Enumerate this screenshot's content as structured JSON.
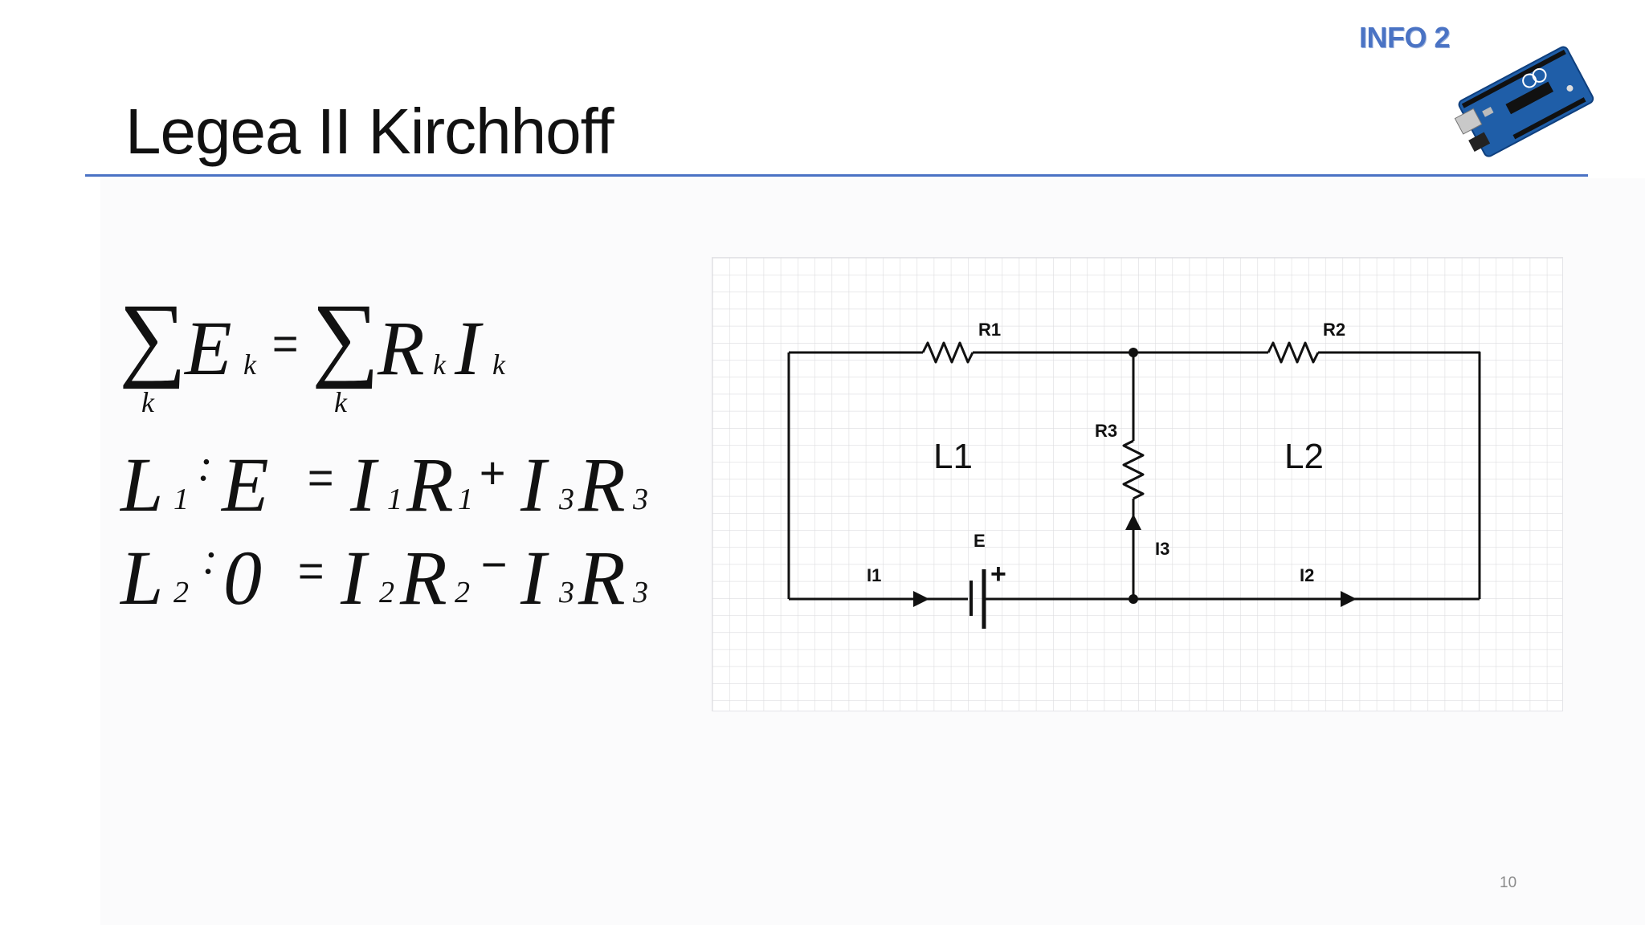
{
  "slide": {
    "brand_text": "INFO 2",
    "title": "Legea II Kirchhoff",
    "page_number": "10"
  },
  "equations": {
    "eq1": {
      "sum_symbol": "∑",
      "lhs_var": "E",
      "lhs_sub": "k",
      "lhs_sum_index": "k",
      "equals": "=",
      "rhs_var1": "R",
      "rhs_sub1": "k",
      "rhs_var2": "I",
      "rhs_sub2": "k",
      "rhs_sum_index": "k"
    },
    "eq2": {
      "loop": "L",
      "loop_sub": "1",
      "colon": ":",
      "lhs": "E",
      "equals": "=",
      "t1_i": "I",
      "t1_i_sub": "1",
      "t1_r": "R",
      "t1_r_sub": "1",
      "op": "+",
      "t2_i": "I",
      "t2_i_sub": "3",
      "t2_r": "R",
      "t2_r_sub": "3"
    },
    "eq3": {
      "loop": "L",
      "loop_sub": "2",
      "colon": ":",
      "lhs": "0",
      "equals": "=",
      "t1_i": "I",
      "t1_i_sub": "2",
      "t1_r": "R",
      "t1_r_sub": "2",
      "op": "−",
      "t2_i": "I",
      "t2_i_sub": "3",
      "t2_r": "R",
      "t2_r_sub": "3"
    }
  },
  "circuit": {
    "labels": {
      "r1": "R1",
      "r2": "R2",
      "r3": "R3",
      "l1": "L1",
      "l2": "L2",
      "e": "E",
      "plus": "+",
      "i1": "I1",
      "i2": "I2",
      "i3": "I3"
    }
  },
  "colors": {
    "accent": "#4a72c4",
    "board_blue": "#1f5ea8",
    "grid": "#dcdcdf"
  }
}
